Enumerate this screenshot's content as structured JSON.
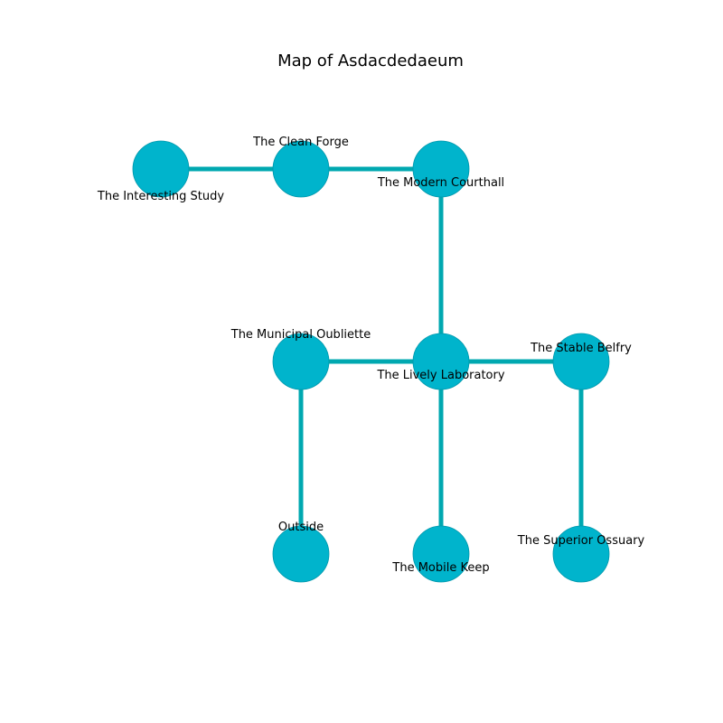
{
  "title": "Map of Asdacdedaeum",
  "colors": {
    "node_fill": "#00b4cc",
    "node_stroke": "#0097ab",
    "edge": "#00a8b0"
  },
  "rooms": [
    {
      "id": "interesting_study",
      "name": "The Interesting Study"
    },
    {
      "id": "clean_forge",
      "name": "The Clean Forge"
    },
    {
      "id": "modern_courthall",
      "name": "The Modern Courthall"
    },
    {
      "id": "municipal_oubliette",
      "name": "The Municipal Oubliette"
    },
    {
      "id": "lively_laboratory",
      "name": "The Lively Laboratory"
    },
    {
      "id": "stable_belfry",
      "name": "The Stable Belfry"
    },
    {
      "id": "outside",
      "name": "Outside"
    },
    {
      "id": "mobile_keep",
      "name": "The Mobile Keep"
    },
    {
      "id": "superior_ossuary",
      "name": "The Superior Ossuary"
    }
  ],
  "connections": [
    [
      "interesting_study",
      "clean_forge"
    ],
    [
      "clean_forge",
      "modern_courthall"
    ],
    [
      "modern_courthall",
      "lively_laboratory"
    ],
    [
      "municipal_oubliette",
      "lively_laboratory"
    ],
    [
      "lively_laboratory",
      "stable_belfry"
    ],
    [
      "municipal_oubliette",
      "outside"
    ],
    [
      "lively_laboratory",
      "mobile_keep"
    ],
    [
      "stable_belfry",
      "superior_ossuary"
    ]
  ]
}
